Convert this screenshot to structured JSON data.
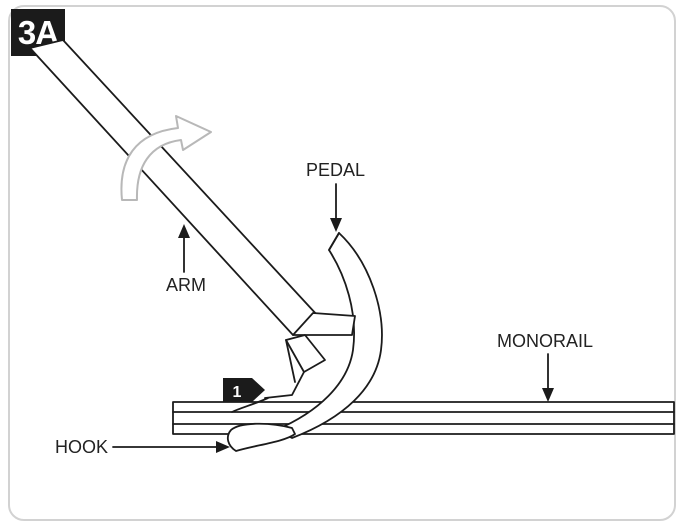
{
  "figure": {
    "step_badge": "3A",
    "callout_number": "1",
    "labels": {
      "pedal": "PEDAL",
      "arm": "ARM",
      "monorail": "MONORAIL",
      "hook": "HOOK"
    }
  },
  "colors": {
    "line": "#1b1b1b",
    "badge_bg": "#1b1b1b",
    "frame_border": "#d2d2d2",
    "rotation_arrow_outline": "#b8b8b8"
  },
  "icons": {
    "rotation": "curved-arrow-icon",
    "callout": "callout-pointer-icon"
  }
}
